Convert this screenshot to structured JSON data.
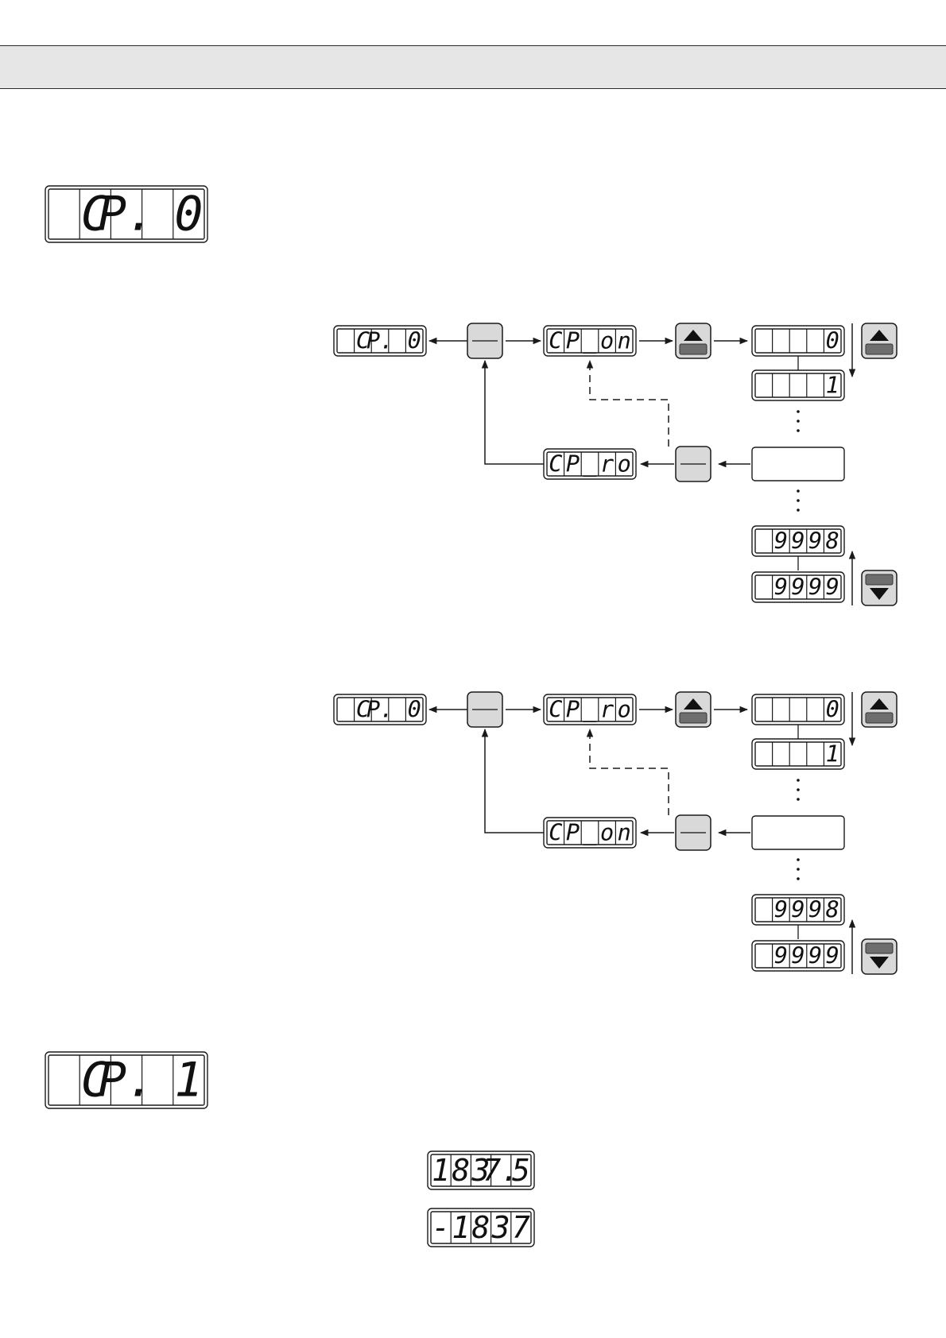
{
  "colors": {
    "line": "#1a1a1a",
    "key_fill": "#d9d9d9",
    "key_bar": "#6e6e6e",
    "header_band": "#e6e6e6"
  },
  "icons": {
    "up_key": "up-arrow-key-icon",
    "down_key": "down-arrow-key-icon",
    "enter_key": "enter-key-icon"
  },
  "displays": {
    "cp0_large": [
      "",
      "C",
      "P.",
      "",
      "0"
    ],
    "cp1_large": [
      "",
      "C",
      "P.",
      "",
      "1"
    ],
    "cp0": [
      "",
      "C",
      "P.",
      "",
      "0"
    ],
    "cp_on": [
      "C",
      "P",
      "_",
      "o",
      "n"
    ],
    "cp_ro": [
      "C",
      "P",
      "_",
      "r",
      "o"
    ],
    "val_0": [
      "",
      "",
      "",
      "",
      "0"
    ],
    "val_1": [
      "",
      "",
      "",
      "",
      "1"
    ],
    "val_9998": [
      "",
      "9",
      "9",
      "9",
      "8"
    ],
    "val_9999": [
      "",
      "9",
      "9",
      "9",
      "9"
    ],
    "example_decimal": [
      "1",
      "8",
      "3",
      "7.",
      "5"
    ],
    "example_negative": [
      "-",
      "1",
      "8",
      "3",
      "7"
    ]
  },
  "flows": [
    {
      "first": "cp_on",
      "second": "cp_ro"
    },
    {
      "first": "cp_ro",
      "second": "cp_on"
    }
  ]
}
